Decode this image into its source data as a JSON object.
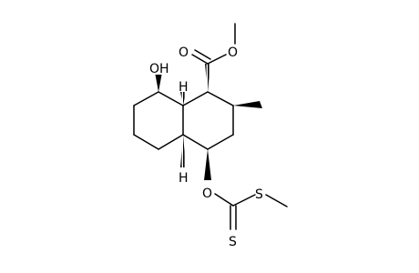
{
  "molecule": {
    "atom_labels": {
      "hydroxyl": "OH",
      "ester_carbonyl_o": "O",
      "ester_o": "O",
      "ring_junction_h_top": "H",
      "ring_junction_h_bottom": "H",
      "xanthate_o": "O",
      "thioester_s": "S",
      "thione_s": "S"
    },
    "colors": {
      "bond": "#000000",
      "text": "#000000",
      "background": "#ffffff"
    }
  }
}
